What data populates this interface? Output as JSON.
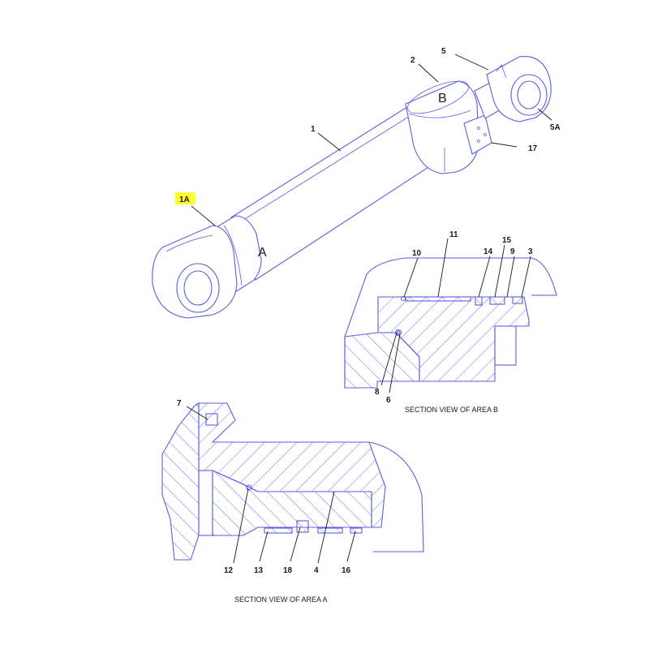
{
  "callouts": {
    "c1": "1",
    "c1A": "1A",
    "c2": "2",
    "c3": "3",
    "c4": "4",
    "c5": "5",
    "c5A": "5A",
    "c6": "6",
    "c7": "7",
    "c8": "8",
    "c9": "9",
    "c10": "10",
    "c11": "11",
    "c12": "12",
    "c13": "13",
    "c14": "14",
    "c15": "15",
    "c16": "16",
    "c17": "17",
    "c18": "18"
  },
  "area_labels": {
    "a": "A",
    "b": "B"
  },
  "captions": {
    "section_b": "SECTION VIEW OF AREA B",
    "section_a": "SECTION VIEW OF AREA A"
  },
  "colors": {
    "line": "#5b5ee0",
    "highlight": "#ffff33"
  },
  "highlighted_callout": "1A"
}
